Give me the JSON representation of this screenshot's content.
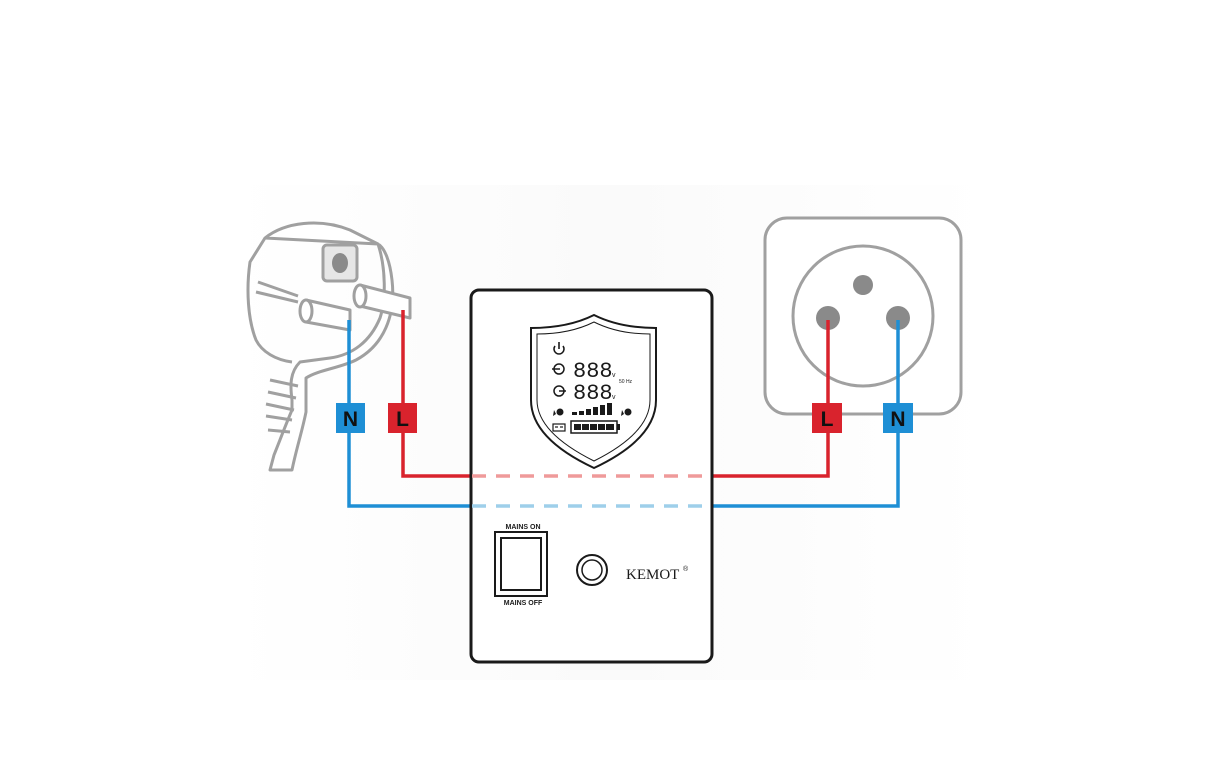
{
  "labels": {
    "neutral": "N",
    "live": "L"
  },
  "device": {
    "display": {
      "reading_1": "888",
      "reading_2": "888",
      "unit": "v",
      "frequency": "50 Hz"
    },
    "switch_on_label": "MAINS ON",
    "switch_off_label": "MAINS OFF",
    "brand": "KEMOT",
    "registered_mark": "®"
  },
  "colors": {
    "live": "#d9232d",
    "live_dashed": "#ef9a9a",
    "neutral": "#1e8fd5",
    "neutral_dashed": "#9ecfea",
    "outline": "#1a1a1a",
    "plug_outline": "#9e9e9e"
  }
}
